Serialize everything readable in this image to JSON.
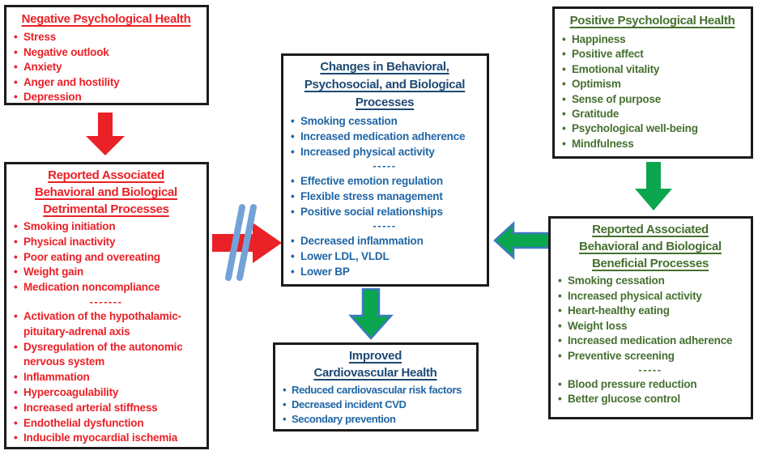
{
  "figure": {
    "description": "Flow diagram linking negative and positive psychological health to cardiovascular outcomes"
  },
  "colors": {
    "red_text": "#EA2127",
    "green_text": "#45702F",
    "blue_heading": "#1E4973",
    "blue_text": "#2166A5",
    "red_arrow": "#EA2127",
    "green_arrow": "#0CA64F",
    "arrow_outline_blue": "#3C79C0",
    "slash_blue": "#71A3D8",
    "box_border": "#1B1B1B"
  },
  "icons": {
    "negative_flow": "red-down-arrow",
    "blocked_pathway": "red-right-arrow-with-blue-double-slash",
    "positive_flow": "green-down-arrow",
    "beneficial_to_changes": "green-left-arrow",
    "changes_to_outcome": "green-down-arrow"
  },
  "boxes": {
    "negative": {
      "title": "Negative Psychological Health",
      "items": [
        "Stress",
        "Negative outlook",
        "Anxiety",
        "Anger and hostility",
        "Depression"
      ]
    },
    "detrimental": {
      "title_lines": [
        "Reported Associated",
        "Behavioral and Biological",
        "Detrimental Processes"
      ],
      "items_a": [
        "Smoking initiation",
        "Physical inactivity",
        "Poor eating and overeating",
        "Weight gain",
        "Medication noncompliance"
      ],
      "separator": "-------",
      "items_b": [
        "Activation of the hypothalamic-pituitary-adrenal axis",
        "Dysregulation of the autonomic nervous system",
        "Inflammation",
        "Hypercoagulability",
        "Increased arterial stiffness",
        "Endothelial dysfunction",
        "Inducible myocardial ischemia"
      ]
    },
    "changes": {
      "title_lines": [
        "Changes in Behavioral,",
        "Psychosocial, and Biological",
        "Processes"
      ],
      "items_a": [
        "Smoking cessation",
        "Increased medication adherence",
        "Increased physical activity"
      ],
      "separator_1": "-----",
      "items_b": [
        "Effective emotion regulation",
        "Flexible stress management",
        "Positive social relationships"
      ],
      "separator_2": "-----",
      "items_c": [
        "Decreased inflammation",
        "Lower LDL, VLDL",
        "Lower BP"
      ]
    },
    "positive": {
      "title": "Positive Psychological Health",
      "items": [
        "Happiness",
        "Positive affect",
        "Emotional vitality",
        "Optimism",
        "Sense of purpose",
        "Gratitude",
        "Psychological well-being",
        "Mindfulness"
      ]
    },
    "beneficial": {
      "title_lines": [
        "Reported Associated",
        "Behavioral and Biological",
        "Beneficial Processes"
      ],
      "items_a": [
        "Smoking cessation",
        "Increased physical activity",
        "Heart-healthy eating",
        "Weight loss",
        "Increased medication adherence",
        "Preventive screening"
      ],
      "separator": "-----",
      "items_b": [
        "Blood pressure reduction",
        "Better glucose control"
      ]
    },
    "improved": {
      "title_lines": [
        "Improved",
        "Cardiovascular Health"
      ],
      "items": [
        "Reduced cardiovascular risk factors",
        "Decreased incident CVD",
        "Secondary prevention"
      ]
    }
  }
}
